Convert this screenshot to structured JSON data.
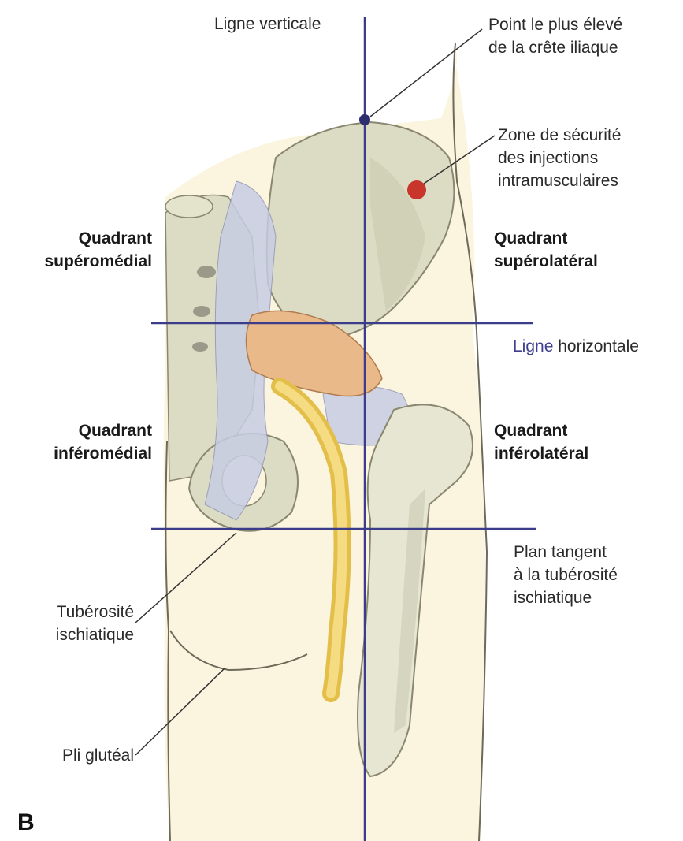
{
  "figure": {
    "plate_letter": "B",
    "labels": {
      "vertical_line": "Ligne verticale",
      "highest_point": "Point le plus élevé\nde la crête iliaque",
      "safe_zone": "Zone de sécurité\ndes injections\nintramusculaires",
      "quadrant_superomedial": "Quadrant\nsupéromédial",
      "quadrant_superolateral": "Quadrant\nsupérolatéral",
      "horizontal_line_word1": "Ligne",
      "horizontal_line_word2": " horizontale",
      "quadrant_inferomedial": "Quadrant\ninféromédial",
      "quadrant_inferolateral": "Quadrant\ninférolatéral",
      "tangent_plane": "Plan tangent\nà la tubérosité\nischiatique",
      "ischial_tuberosity": "Tubérosité\nischiatique",
      "gluteal_fold": "Pli glutéal"
    },
    "colors": {
      "reference_lines": "#3b3c8a",
      "safe_zone_dot": "#c8352b",
      "bone": "#dcdcc4",
      "bone_shadow": "#b9b9a0",
      "ligament": "#c7cde3",
      "muscle": "#e9b98a",
      "sciatic_nerve": "#f2d36b",
      "skin": "#fbf4de",
      "outline": "#6d6a5a"
    }
  }
}
